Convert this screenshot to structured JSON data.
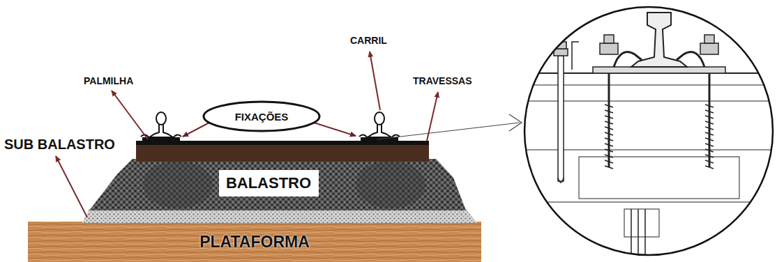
{
  "diagram": {
    "nodes": [
      {
        "text": [
          "FIXAÇÕES"
        ]
      },
      {
        "text": [
          "BALASTRO"
        ]
      },
      {
        "text": [
          "PLATAFORMA"
        ]
      }
    ],
    "labels": [
      "PALMILHA",
      "CARRIL",
      "TRAVESSAS",
      "SUB BALASTRO"
    ]
  }
}
